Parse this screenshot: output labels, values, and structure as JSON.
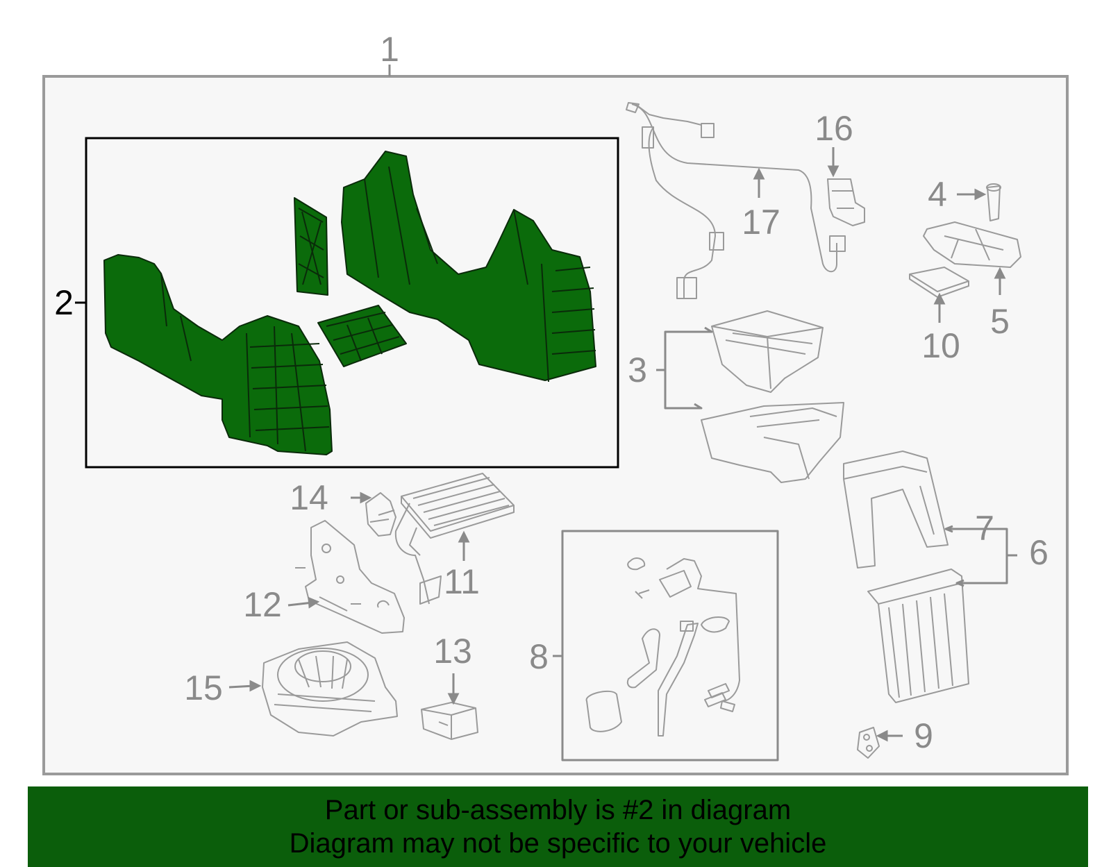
{
  "colors": {
    "highlight": "#0b6b0b",
    "highlight_stroke": "#0a2a0a",
    "part_stroke": "#9a9a9a",
    "panel_bg": "#f7f7f7",
    "banner_bg": "#0b5e0b"
  },
  "callouts": {
    "c1": "1",
    "c2": "2",
    "c3": "3",
    "c4": "4",
    "c5": "5",
    "c6": "6",
    "c7": "7",
    "c8": "8",
    "c9": "9",
    "c10": "10",
    "c11": "11",
    "c12": "12",
    "c13": "13",
    "c14": "14",
    "c15": "15",
    "c16": "16",
    "c17": "17"
  },
  "banner": {
    "line1": "Part or sub-assembly is #2 in diagram",
    "line2": "Diagram may not be specific to your vehicle"
  }
}
